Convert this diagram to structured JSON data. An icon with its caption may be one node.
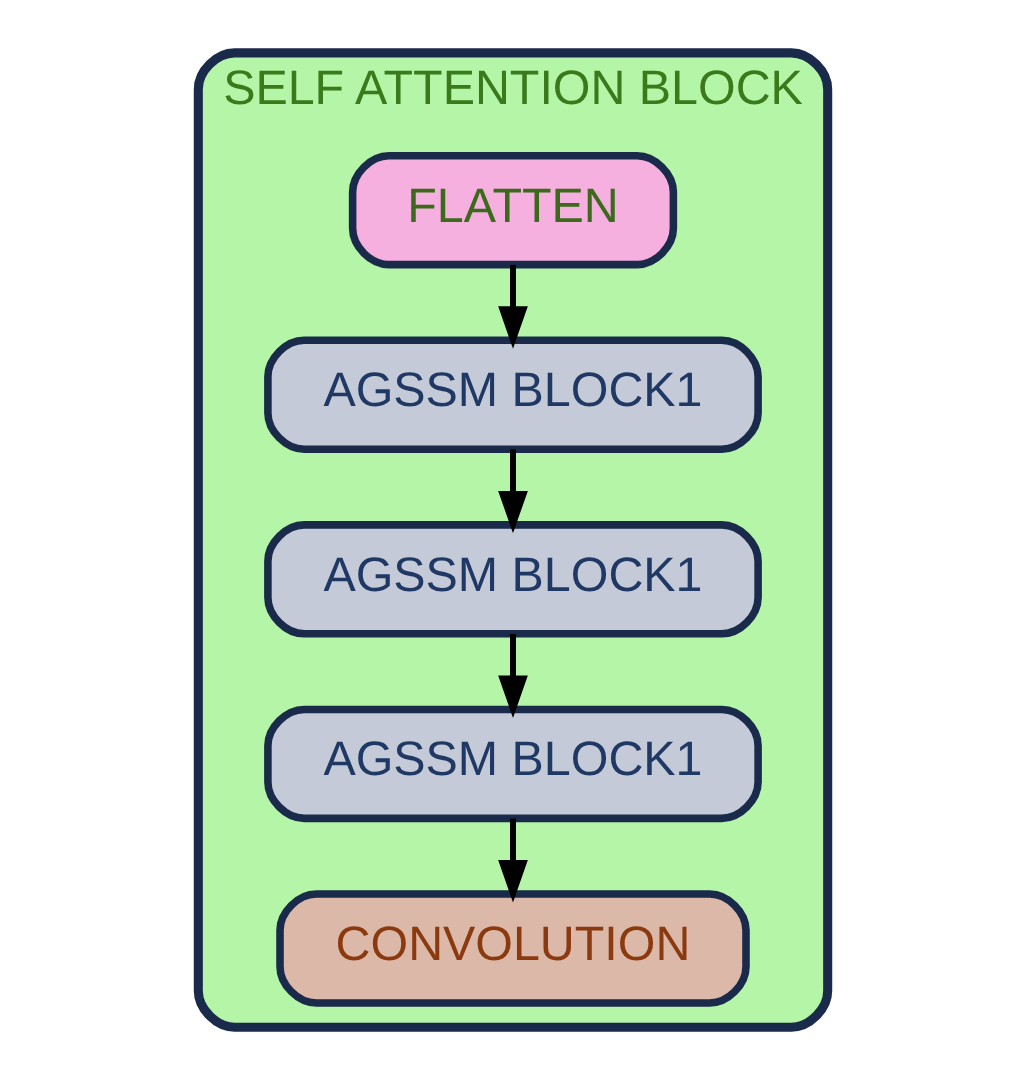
{
  "diagram": {
    "nodes": [
      {
        "text": [
          "SELF ATTENTION BLOCK"
        ]
      },
      {
        "text": [
          "FLATTEN"
        ],
        "in": 0
      },
      {
        "text": [
          "AGSSM BLOCK1"
        ],
        "in": 0
      },
      {
        "text": [
          "AGSSM BLOCK1"
        ],
        "in": 0
      },
      {
        "text": [
          "AGSSM BLOCK1"
        ],
        "in": 0
      },
      {
        "text": [
          "CONVOLUTION"
        ],
        "in": 0
      }
    ],
    "edges": [
      {
        "from": 1,
        "to": 2,
        "arrow": "to"
      },
      {
        "from": 2,
        "to": 3,
        "arrow": "to"
      },
      {
        "from": 3,
        "to": 4,
        "arrow": "to"
      },
      {
        "from": 4,
        "to": 5,
        "arrow": "to"
      }
    ]
  }
}
